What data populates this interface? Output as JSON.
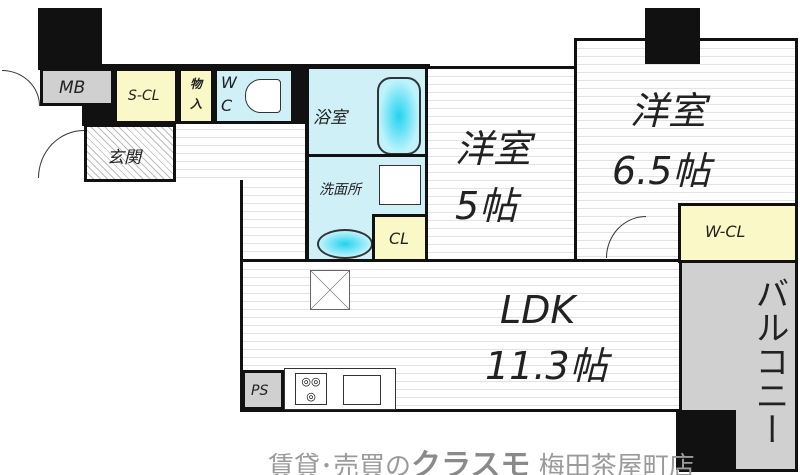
{
  "rooms": {
    "mb": "MB",
    "s_cl": "S-CL",
    "storage": "物\n入",
    "wc": "W\nC",
    "bath": "浴室",
    "washroom": "洗面所",
    "cl": "CL",
    "entrance": "玄関",
    "western_5": {
      "name": "洋室",
      "size": "5帖"
    },
    "western_65": {
      "name": "洋室",
      "size": "6.5帖"
    },
    "w_cl": "W-CL",
    "ldk": {
      "name": "LDK",
      "size": "11.3帖"
    },
    "ps": "PS",
    "balcony": "バルコニー"
  },
  "watermark": {
    "prefix": "賃貸･売買の",
    "brand": "クラスモ",
    "branch": "梅田茶屋町店"
  },
  "colors": {
    "closet": "#fbf8c8",
    "wet_area": "#cff0f6",
    "utility": "#d0d0d0",
    "wall": "#111111"
  }
}
